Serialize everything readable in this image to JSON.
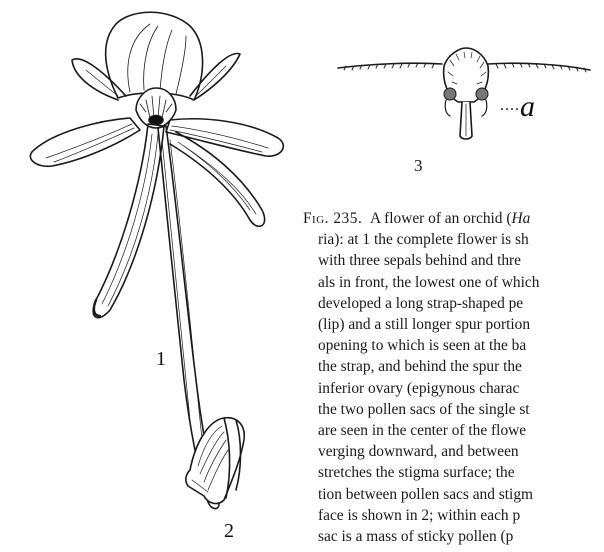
{
  "figure": {
    "label_1": "1",
    "label_2": "2",
    "label_3": "3",
    "label_a": "a"
  },
  "caption": {
    "fig_label": "Fig. 235.",
    "lines": [
      "A flower of an orchid (",
      "ria): at 1 the complete flower is sh",
      "with three sepals behind and thre",
      "als in front, the lowest one of which",
      "developed a long strap-shaped pe",
      "(lip) and a still longer spur portion",
      "opening to which is seen at the ba",
      "the strap, and behind the spur the",
      "inferior ovary (epigynous charac",
      "the two pollen sacs of the single st",
      "are seen in the center of the flowe",
      "verging downward, and between",
      "stretches the stigma surface; the",
      "tion between pollen sacs and stigm",
      "face is shown in 2; within each p",
      "sac is a mass of sticky pollen (p"
    ],
    "line0_italic": "Ha"
  }
}
